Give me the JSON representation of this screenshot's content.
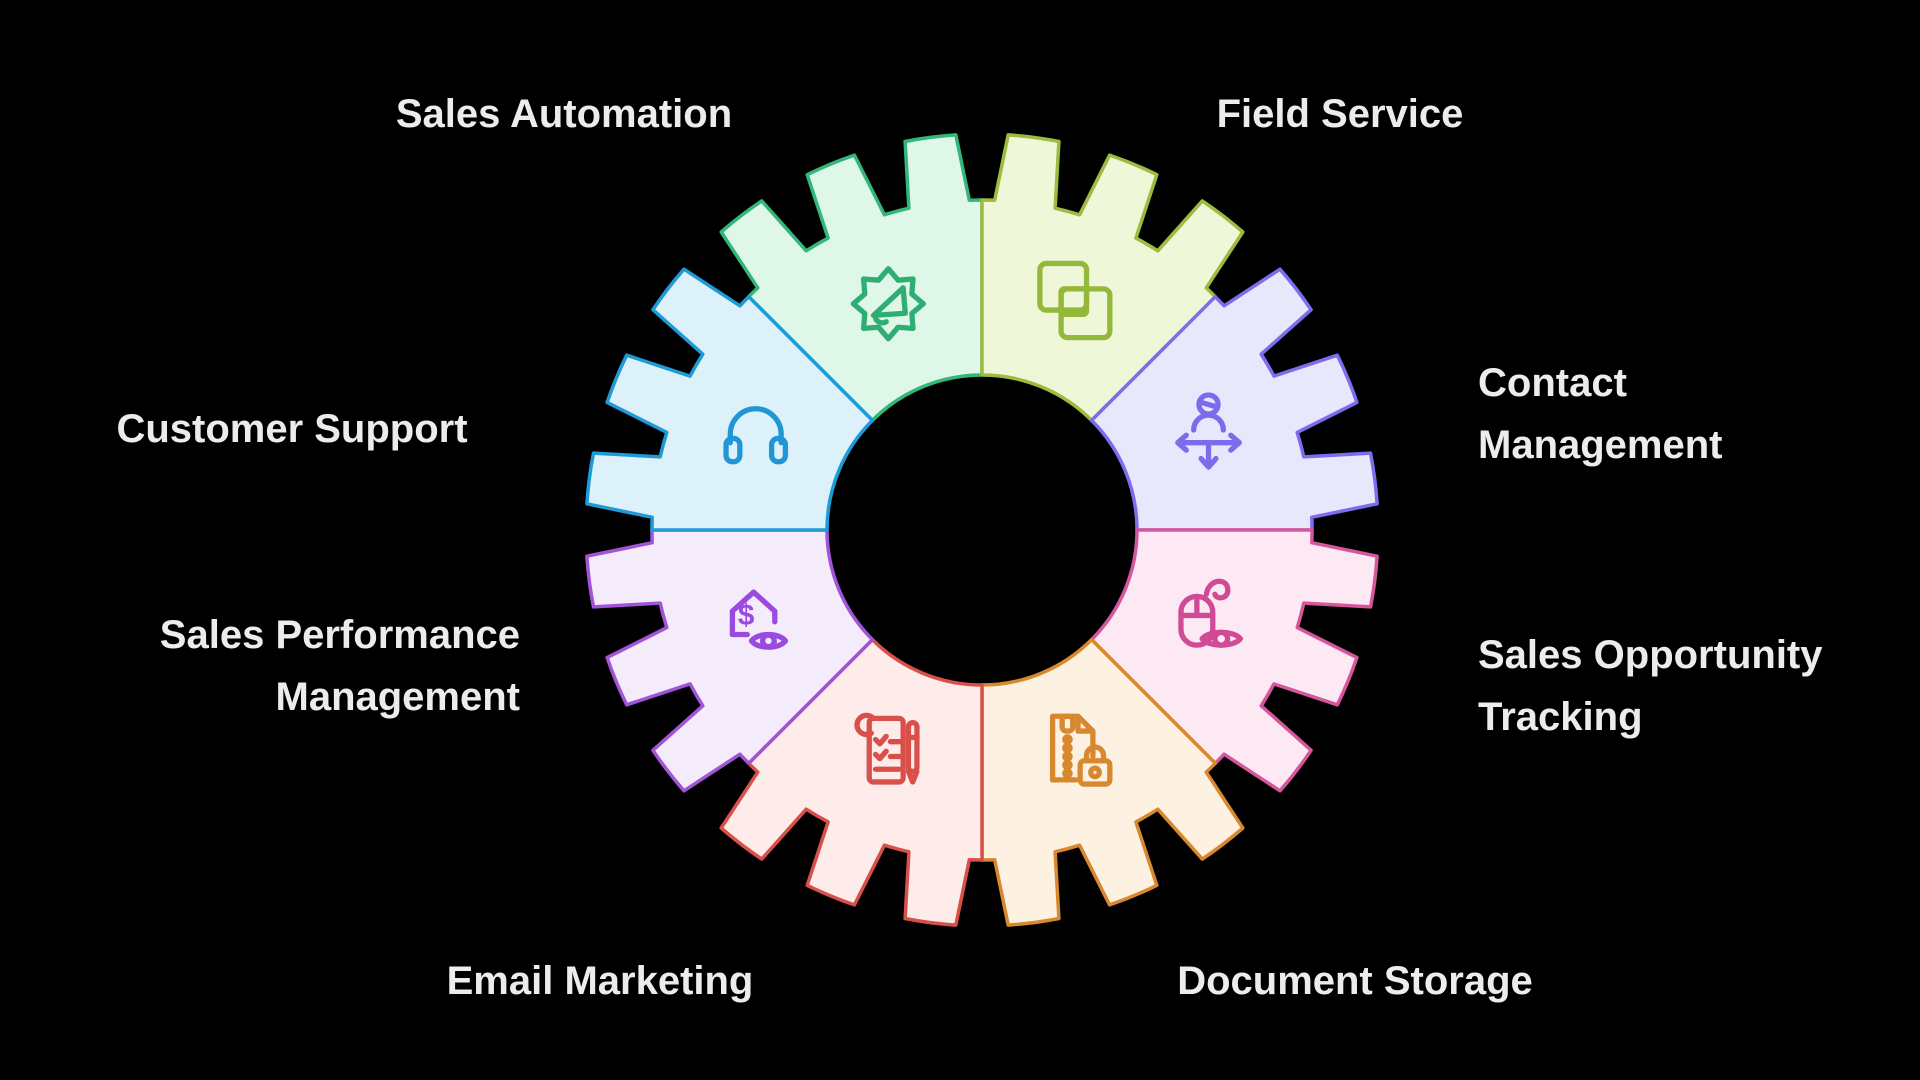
{
  "page": {
    "background": "#000000",
    "label_text_color": "#ececec",
    "description": "CRM features gear infographic with eight cog segments"
  },
  "diagram": {
    "type": "gear-infographic",
    "center_hole": "#000000",
    "segments": [
      {
        "label": "Sales Automation",
        "lines": [
          "Sales Automation"
        ],
        "position": "top-left",
        "fill": "#dff7e9",
        "stroke": "#33b779",
        "icon_color": "#2fae74",
        "icon": "megaphone-gear-icon"
      },
      {
        "label": "Field Service",
        "lines": [
          "Field Service"
        ],
        "position": "top-right",
        "fill": "#f0f7d8",
        "stroke": "#9cbb3f",
        "icon_color": "#94b83a",
        "icon": "copy-squares-icon"
      },
      {
        "label": "Contact Management",
        "lines": [
          "Contact",
          "Management"
        ],
        "position": "right-upper",
        "fill": "#e9e7fb",
        "stroke": "#7b6cf0",
        "icon_color": "#7b6cee",
        "icon": "person-move-icon"
      },
      {
        "label": "Sales Opportunity Tracking",
        "lines": [
          "Sales Opportunity",
          "Tracking"
        ],
        "position": "right-lower",
        "fill": "#fce9f3",
        "stroke": "#d6569e",
        "icon_color": "#d14a96",
        "icon": "mouse-eye-icon"
      },
      {
        "label": "Document Storage",
        "lines": [
          "Document Storage"
        ],
        "position": "bottom-right",
        "fill": "#fdf2e2",
        "stroke": "#d8882e",
        "icon_color": "#d8882e",
        "icon": "zip-lock-icon"
      },
      {
        "label": "Email Marketing",
        "lines": [
          "Email Marketing"
        ],
        "position": "bottom-left",
        "fill": "#fdecea",
        "stroke": "#d9504a",
        "icon_color": "#d9504a",
        "icon": "notepad-pen-icon"
      },
      {
        "label": "Sales Performance Management",
        "lines": [
          "Sales Performance",
          "Management"
        ],
        "position": "left-lower",
        "fill": "#f4ecfa",
        "stroke": "#a254d8",
        "icon_color": "#9b4ae0",
        "icon": "house-dollar-eye-icon"
      },
      {
        "label": "Customer Support",
        "lines": [
          "Customer Support"
        ],
        "position": "left-upper",
        "fill": "#ddf1fb",
        "stroke": "#1e9ad6",
        "icon_color": "#2196d4",
        "icon": "headphones-icon"
      }
    ]
  }
}
